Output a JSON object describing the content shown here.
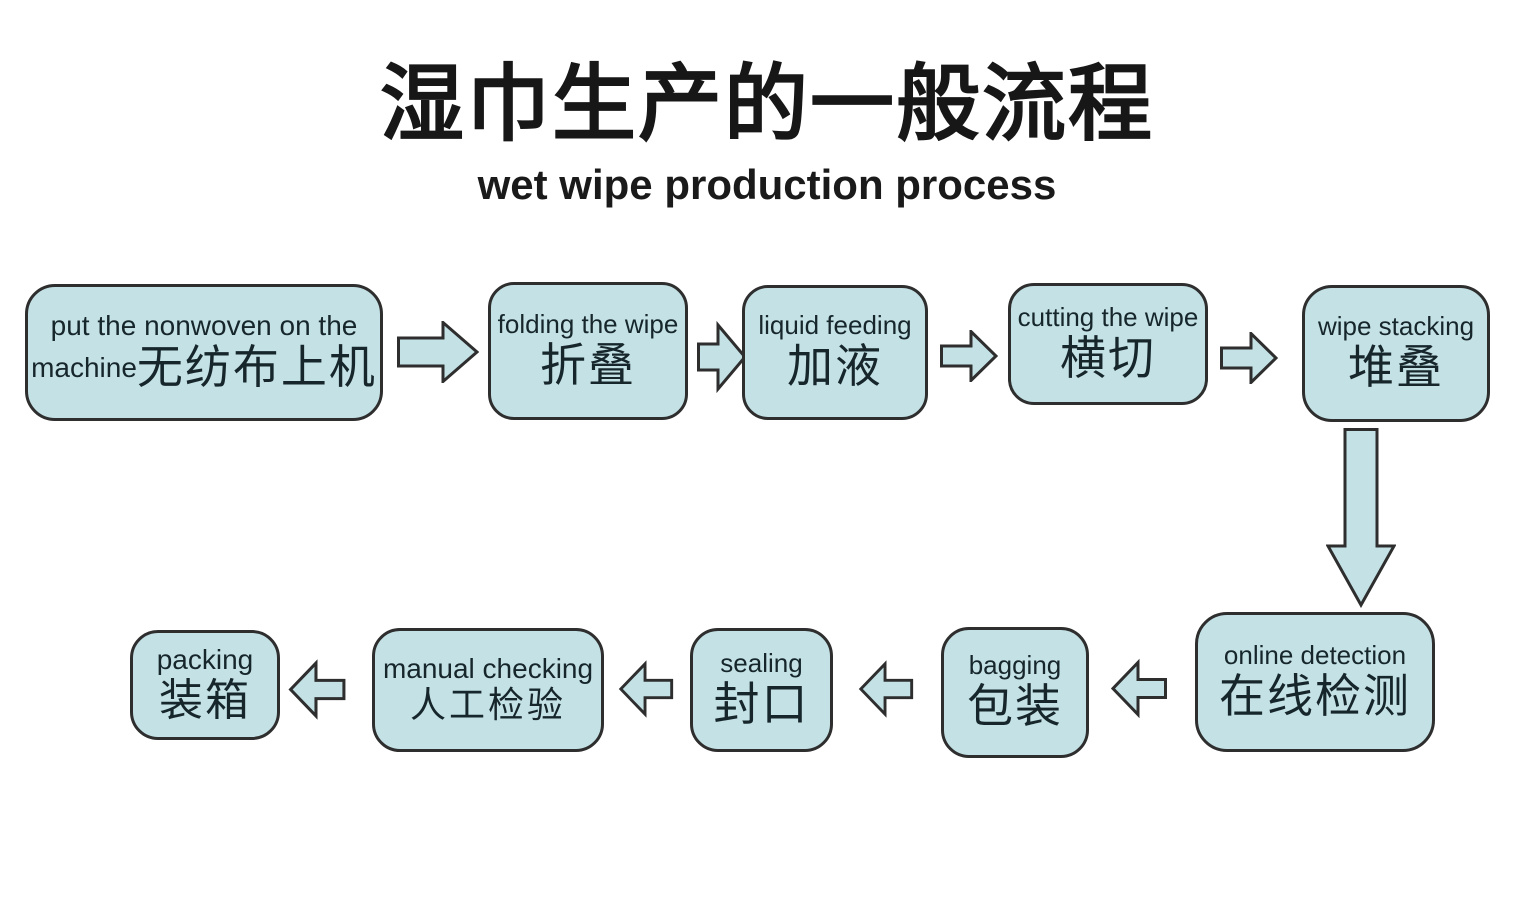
{
  "title": {
    "main": "湿巾生产的一般流程",
    "subtitle": "wet wipe production process"
  },
  "colors": {
    "node_fill": "#c4e2e6",
    "node_border": "#2e2e2e",
    "arrow_fill": "#c4e2e6",
    "arrow_outline": "#2e2e2e",
    "text": "#141414",
    "background": "#ffffff"
  },
  "nodes": {
    "put_nonwoven": {
      "en_line1": "put the nonwoven on the",
      "en_line2": "machine",
      "cn": "无纺布上机"
    },
    "folding": {
      "en": "folding the wipe",
      "cn": "折叠"
    },
    "liquid_feeding": {
      "en": "liquid feeding",
      "cn": "加液"
    },
    "cutting": {
      "en": "cutting the wipe",
      "cn": "横切"
    },
    "stacking": {
      "en": "wipe stacking",
      "cn": "堆叠"
    },
    "online_detection": {
      "en": "online detection",
      "cn": "在线检测"
    },
    "bagging": {
      "en": "bagging",
      "cn": "包装"
    },
    "sealing": {
      "en": "sealing",
      "cn": "封口"
    },
    "manual_checking": {
      "en": "manual checking",
      "cn": "人工检验"
    },
    "packing": {
      "en": "packing",
      "cn": "装箱"
    }
  }
}
